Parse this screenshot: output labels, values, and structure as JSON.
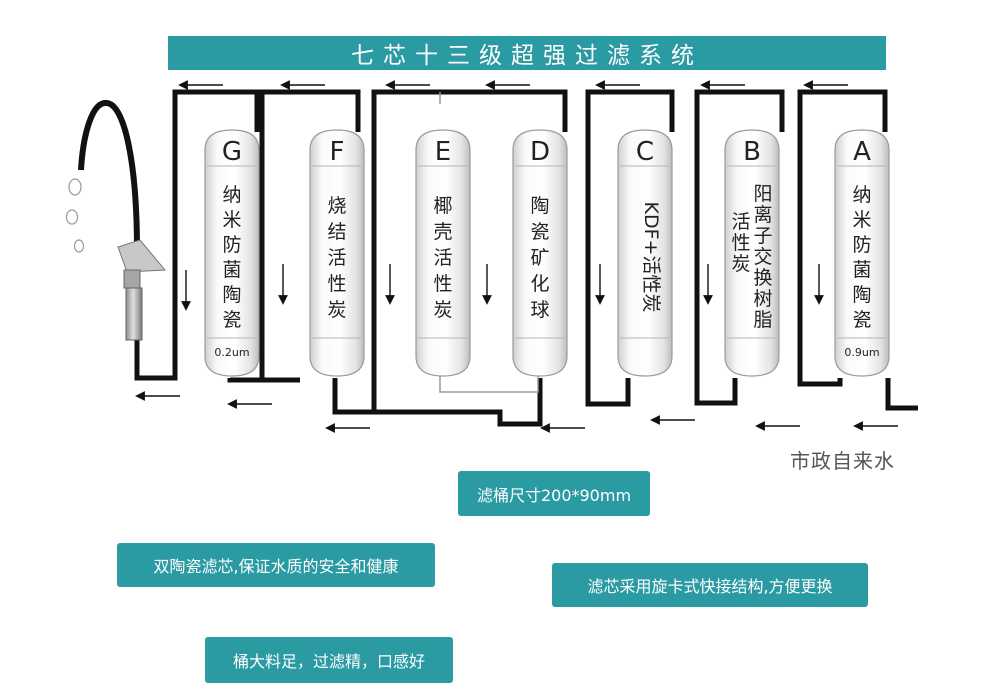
{
  "title": "七芯十三级超强过滤系统",
  "water_source": "市政自来水",
  "cartridges": [
    {
      "letter": "G",
      "name": [
        "纳",
        "米",
        "防",
        "菌",
        "陶",
        "瓷"
      ],
      "spec": "0.2um"
    },
    {
      "letter": "F",
      "name": [
        "烧",
        "结",
        "活",
        "性",
        "炭"
      ],
      "spec": ""
    },
    {
      "letter": "E",
      "name": [
        "椰",
        "壳",
        "活",
        "性",
        "炭"
      ],
      "spec": ""
    },
    {
      "letter": "D",
      "name": [
        "陶",
        "瓷",
        "矿",
        "化",
        "球"
      ],
      "spec": ""
    },
    {
      "letter": "C",
      "name": [
        "KDF+活性炭"
      ],
      "spec": ""
    },
    {
      "letter": "B",
      "name_col1": [
        "活",
        "性",
        "炭"
      ],
      "name_col2": [
        "阳",
        "离",
        "子",
        "交",
        "换",
        "树",
        "脂"
      ],
      "spec": ""
    },
    {
      "letter": "A",
      "name": [
        "纳",
        "米",
        "防",
        "菌",
        "陶",
        "瓷"
      ],
      "spec": "0.9um"
    }
  ],
  "features": {
    "size": "滤桶尺寸200*90mm",
    "ceramic": "双陶瓷滤芯,保证水质的安全和健康",
    "twist": "滤芯采用旋卡式快接结构,方便更换",
    "capacity": "桶大料足，过滤精，口感好"
  },
  "colors": {
    "accent": "#2a9aa3",
    "pipe": "#111111"
  }
}
